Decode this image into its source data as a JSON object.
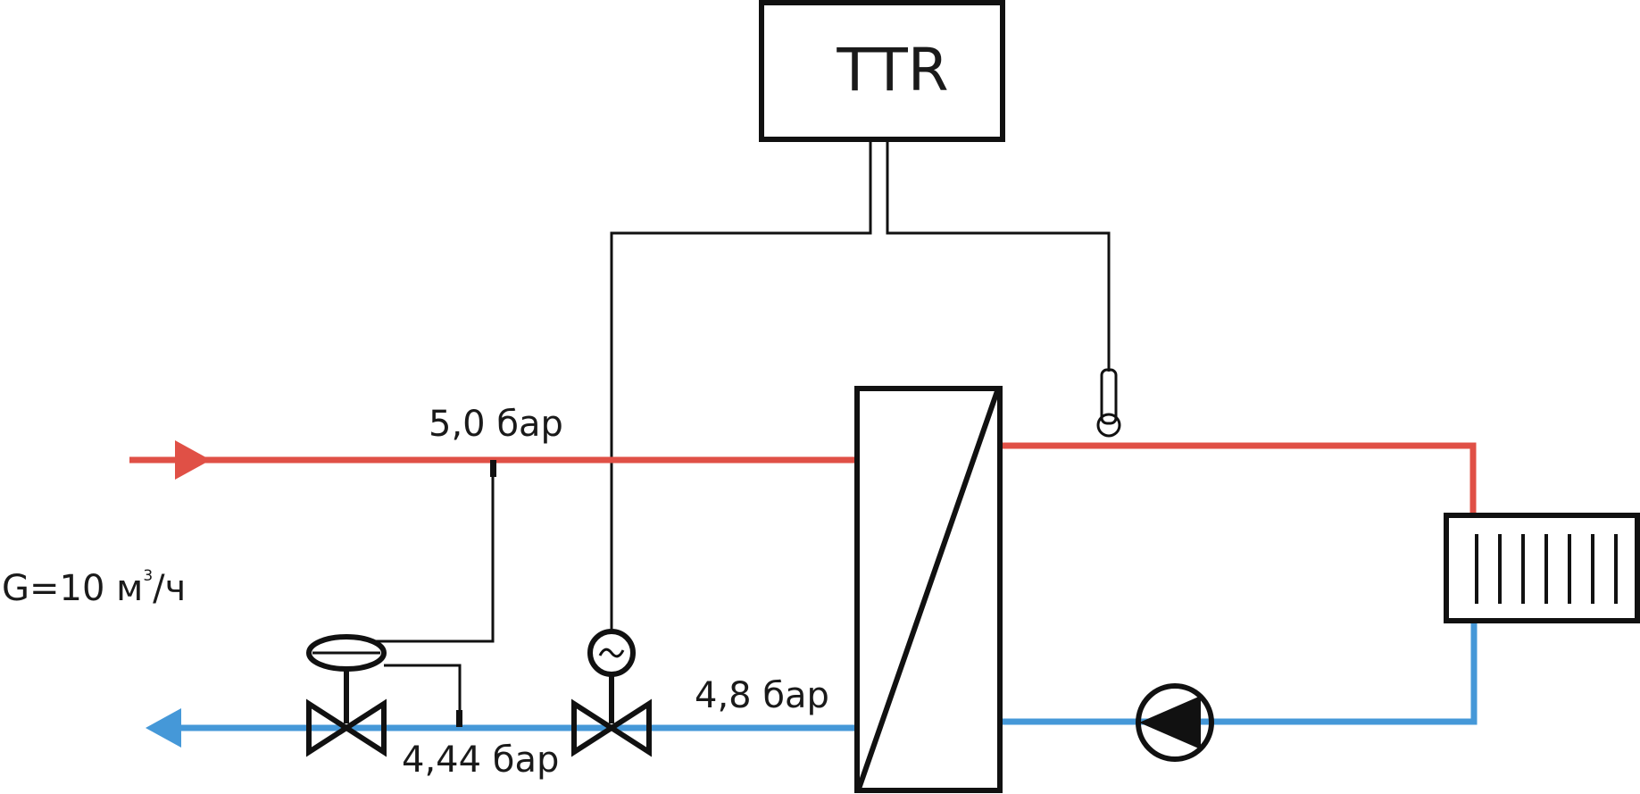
{
  "controller": {
    "label": "TTR"
  },
  "pressures": {
    "supply": "5,0 бар",
    "return_mid": "4,8 бар",
    "return_low": "4,44 бар"
  },
  "flow": {
    "prefix": "G=10 м",
    "superscript": "3",
    "suffix": "/ч"
  },
  "colors": {
    "supply_line": "#e05046",
    "return_line": "#4598d8",
    "signal_line": "#111111"
  }
}
